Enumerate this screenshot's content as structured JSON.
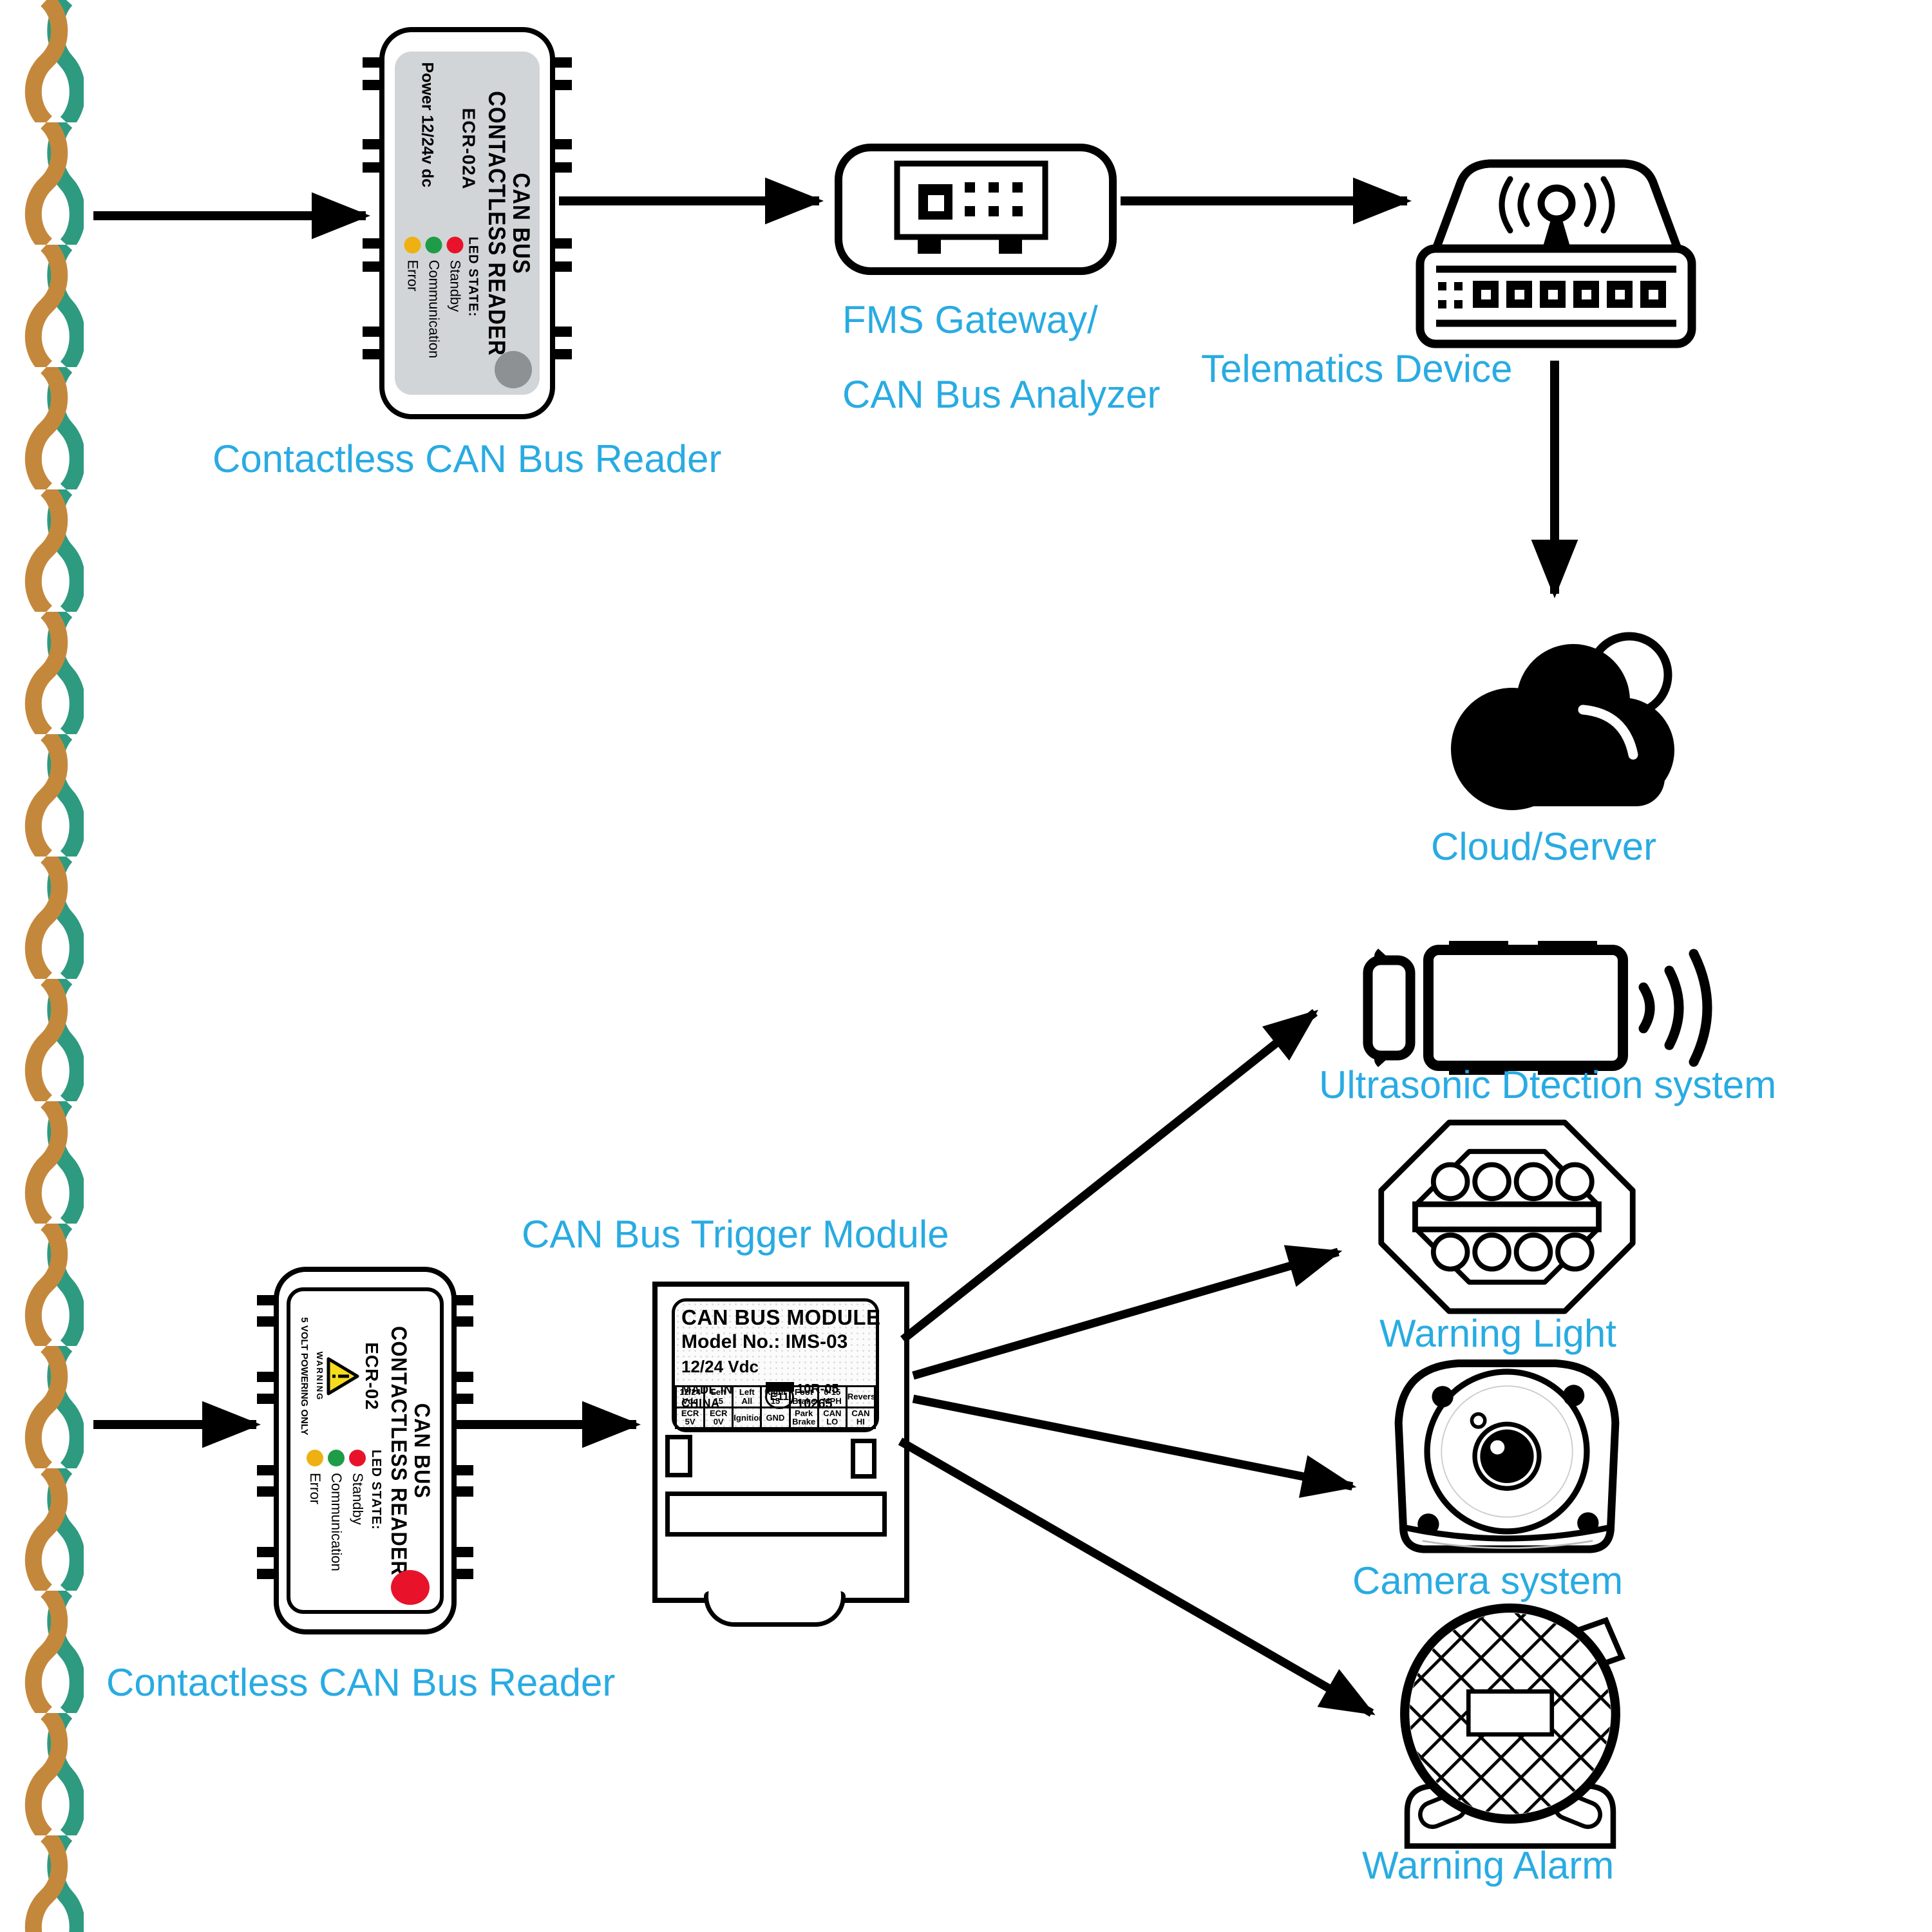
{
  "captions": {
    "reader_top": "Contactless CAN Bus Reader",
    "reader_bottom": "Contactless CAN Bus Reader",
    "fms_line1": "FMS Gateway/",
    "fms_line2": "CAN Bus Analyzer",
    "telematics": "Telematics Device",
    "cloud": "Cloud/Server",
    "trigger_module": "CAN Bus Trigger Module",
    "ultrasonic": "Ultrasonic Dtection system",
    "warning_light": "Warning Light",
    "camera": "Camera system",
    "warning_alarm": "Warning Alarm"
  },
  "reader_a": {
    "title_line1": "CAN BUS",
    "title_line2": "CONTACTLESS READER",
    "model": "ECR-02A",
    "power": "Power 12/24v dc",
    "led_state": "LED STATE:",
    "leds": [
      {
        "label": "Standby",
        "color": "#E8132B"
      },
      {
        "label": "Communication",
        "color": "#1E9C48"
      },
      {
        "label": "Error",
        "color": "#EEB111"
      }
    ]
  },
  "reader_b": {
    "title_line1": "CAN BUS",
    "title_line2": "CONTACTLESS READER",
    "model": "ECR-02",
    "warning_word": "WARNING",
    "warning_text": "5 VOLT POWERING ONLY",
    "led_state": "LED STATE:",
    "leds": [
      {
        "label": "Standby",
        "color": "#E8132B"
      },
      {
        "label": "Communication",
        "color": "#1E9C48"
      },
      {
        "label": "Error",
        "color": "#EEB111"
      }
    ]
  },
  "module": {
    "title": "CAN BUS MODULE",
    "model": "Model No.: IMS-03",
    "voltage": "12/24 Vdc",
    "origin": "MADE IN CHINA",
    "cert_circle": "E11",
    "cert_number": "10R-05 10265",
    "table": [
      [
        "12/24 Vdc",
        "Left 15",
        "Left All",
        "Right 15",
        "Foot Brake",
        "0-15 MPH",
        "Reverse"
      ],
      [
        "ECR 5V",
        "ECR 0V",
        "Ignition",
        "GND",
        "Park Brake",
        "CAN LO",
        "CAN HI"
      ]
    ]
  },
  "colors": {
    "accent": "#29ABE2",
    "border_gold": "#C4883C",
    "border_teal": "#2E9A80",
    "led_red": "#E8132B",
    "led_green": "#1E9C48",
    "led_yellow": "#EEB111",
    "reader_a_panel": "#D2D5D7",
    "indicator_gray": "#8E9194",
    "indicator_red": "#E8132B",
    "warning_triangle": "#F5DC1E",
    "line_black": "#000000"
  }
}
